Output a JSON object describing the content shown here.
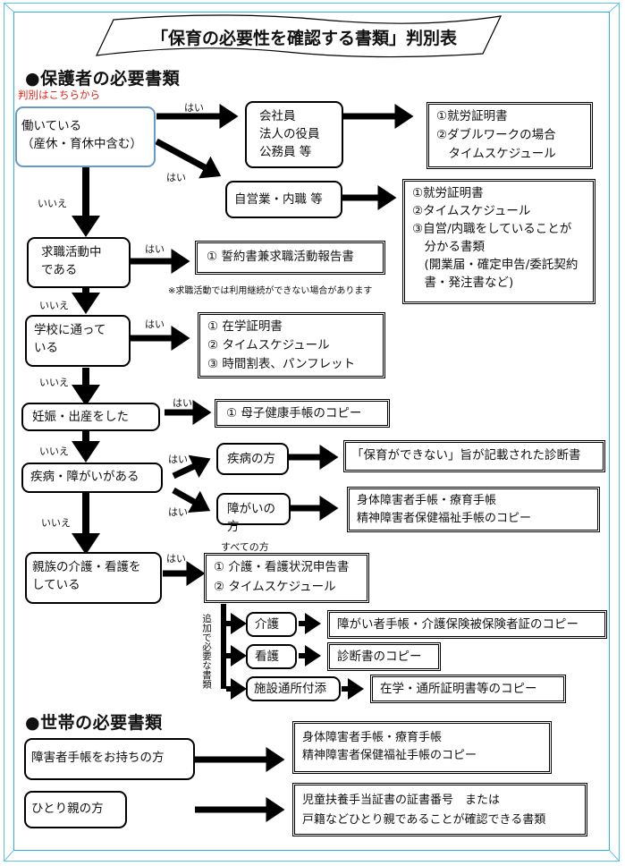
{
  "title": "「保育の必要性を確認する書類」判別表",
  "guardian_section": {
    "heading": "●保護者の必要書類",
    "start_hint": "判別はこちらから",
    "yes": "はい",
    "no": "いいえ",
    "nodes": {
      "working": [
        "働いている",
        "（産休・育休中含む）"
      ],
      "employee": [
        "会社員",
        "法人の役員",
        "公務員 等"
      ],
      "self_employed": "自営業・内職 等",
      "job_seeking": [
        "求職活動中",
        "である"
      ],
      "school": [
        "学校に通って",
        "いる"
      ],
      "pregnancy": "妊娠・出産をした",
      "illness_disability": "疾病・障がいがある",
      "illness": "疾病の方",
      "disability": "障がいの方",
      "caregiving": [
        "親族の介護・看護を",
        "している"
      ],
      "care": "介護",
      "nursing": "看護",
      "facility": "施設通所付添"
    },
    "documents": {
      "employee": [
        "①就労証明書",
        "②ダブルワークの場合",
        "　タイムスケジュール"
      ],
      "self_employed": [
        "①就労証明書",
        "②タイムスケジュール",
        "③自営/内職をしていることが",
        "　分かる書類",
        "　(開業届・確定申告/委託契約",
        "　書・発注書など)"
      ],
      "job_seeking": "① 誓約書兼求職活動報告書",
      "job_seeking_note": "※求職活動では利用継続ができない場合があります",
      "school": [
        "① 在学証明書",
        "② タイムスケジュール",
        "③ 時間割表、パンフレット"
      ],
      "pregnancy": "① 母子健康手帳のコピー",
      "illness": "「保育ができない」旨が記載された診断書",
      "disability": [
        "身体障害者手帳・療育手帳",
        "精神障害者保健福祉手帳のコピー"
      ],
      "caregiving_all_label": "すべての方",
      "caregiving": [
        "① 介護・看護状況申告書",
        "② タイムスケジュール"
      ],
      "additional_label": "追加で必要な書類",
      "care": "障がい者手帳・介護保険被保険者証のコピー",
      "nursing": "診断書のコピー",
      "facility": "在学・通所証明書等のコピー"
    }
  },
  "household_section": {
    "heading": "●世帯の必要書類",
    "rows": [
      {
        "condition": "障害者手帳をお持ちの方",
        "documents": [
          "身体障害者手帳・療育手帳",
          "精神障害者保健福祉手帳のコピー"
        ]
      },
      {
        "condition": "ひとり親の方",
        "documents": [
          "児童扶養手当証書の証書番号　または",
          "戸籍などひとり親であることが確認できる書類"
        ]
      }
    ]
  },
  "colors": {
    "frame": "#2ab0e8",
    "start_box": "#6699cc",
    "hint": "#e8201a",
    "arrow_blue_edge": "#3a6ea5"
  }
}
